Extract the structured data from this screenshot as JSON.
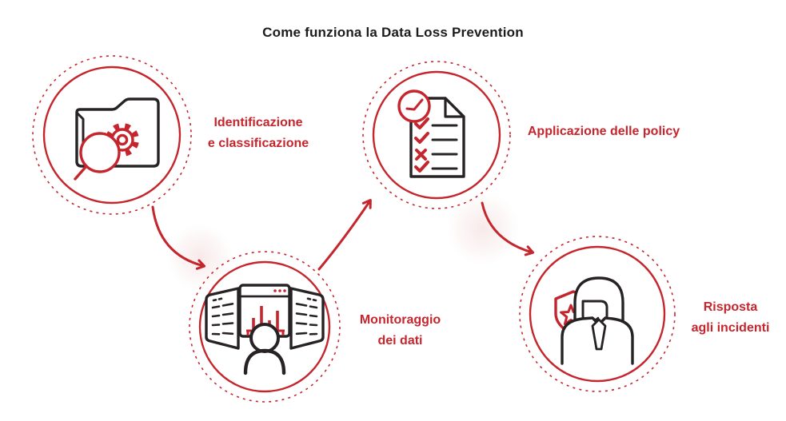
{
  "title": "Come funziona la Data Loss Prevention",
  "colors": {
    "accent_red": "#c5262d",
    "icon_dark": "#272324",
    "title_dark": "#1c1c1e",
    "blob_pink": "#f2d7d7"
  },
  "steps": [
    {
      "id": "identificazione-classificazione",
      "label": "Identificazione\ne classificazione",
      "icon": "folder-search-gear-icon"
    },
    {
      "id": "monitoraggio-dati",
      "label": "Monitoraggio\ndei dati",
      "icon": "analyst-monitors-icon"
    },
    {
      "id": "applicazione-policy",
      "label": "Applicazione delle policy",
      "icon": "checklist-clock-icon"
    },
    {
      "id": "risposta-incidenti",
      "label": "Risposta\nagli incidenti",
      "icon": "person-shield-star-icon"
    }
  ]
}
